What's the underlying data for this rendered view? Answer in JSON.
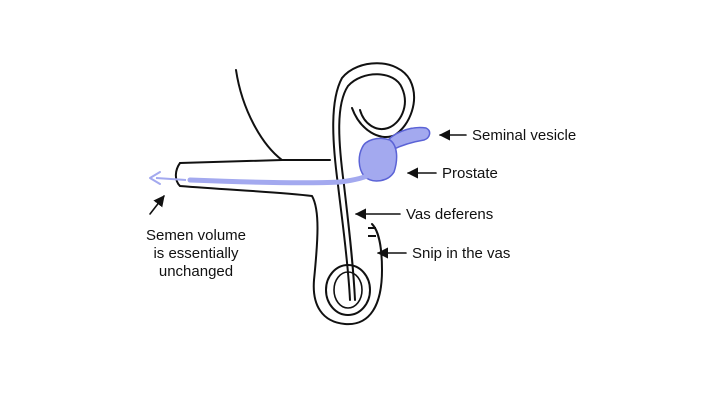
{
  "labels": {
    "seminal_vesicle": "Seminal vesicle",
    "prostate": "Prostate",
    "vas_deferens": "Vas deferens",
    "snip": "Snip in the vas",
    "semen_line1": "Semen volume",
    "semen_line2": "is essentially",
    "semen_line3": "unchanged"
  },
  "colors": {
    "highlight_fill": "#a3a9ef",
    "highlight_stroke": "#5b63d6",
    "flow_arrow": "#a3a9ef",
    "outline": "#111111"
  }
}
